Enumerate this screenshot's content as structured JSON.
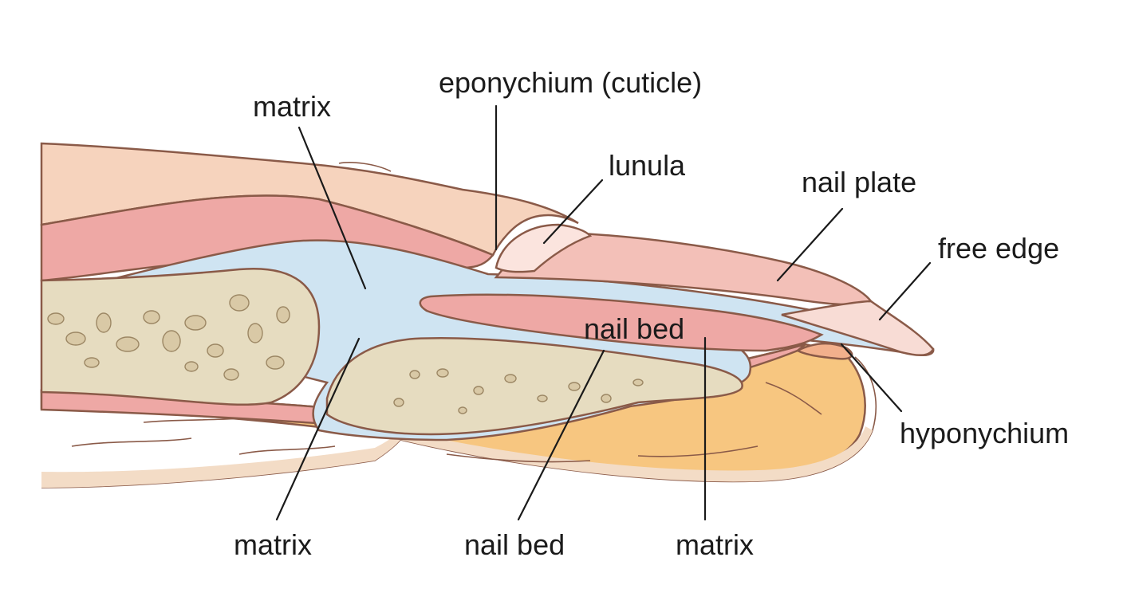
{
  "labels": {
    "eponychium": "eponychium  (cuticle)",
    "matrix_top": "matrix",
    "lunula": "lunula",
    "nail_plate": "nail plate",
    "free_edge": "free edge",
    "nail_bed_inner": "nail bed",
    "hyponychium": "hyponychium",
    "matrix_bottom_left": "matrix",
    "nail_bed_bottom": "nail bed",
    "matrix_bottom_right": "matrix"
  },
  "colors": {
    "skin": "#f6d3bd",
    "dermis_pink": "#eea8a5",
    "matrix_blue": "#cfe4f2",
    "bone": "#e6dcc0",
    "fat": "#f7c680",
    "nail_plate": "#f3c0b8",
    "lunula": "#fbe4de",
    "outline": "#8a5a48",
    "leader": "#1a1a1a"
  }
}
